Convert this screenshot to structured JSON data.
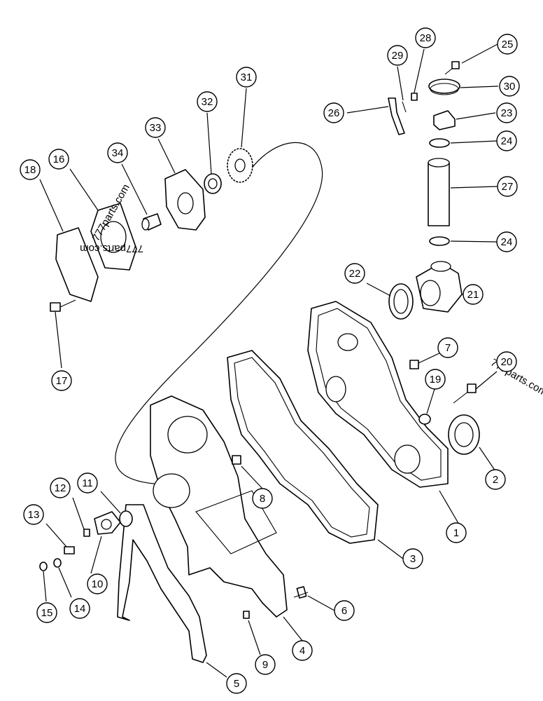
{
  "watermark": "777parts.com",
  "callouts": [
    {
      "label": "1"
    },
    {
      "label": "2"
    },
    {
      "label": "3"
    },
    {
      "label": "4"
    },
    {
      "label": "5"
    },
    {
      "label": "6"
    },
    {
      "label": "7"
    },
    {
      "label": "8"
    },
    {
      "label": "9"
    },
    {
      "label": "10"
    },
    {
      "label": "11"
    },
    {
      "label": "12"
    },
    {
      "label": "13"
    },
    {
      "label": "14"
    },
    {
      "label": "15"
    },
    {
      "label": "16"
    },
    {
      "label": "17"
    },
    {
      "label": "18"
    },
    {
      "label": "19"
    },
    {
      "label": "20"
    },
    {
      "label": "21"
    },
    {
      "label": "22"
    },
    {
      "label": "23"
    },
    {
      "label": "24"
    },
    {
      "label": "24"
    },
    {
      "label": "25"
    },
    {
      "label": "26"
    },
    {
      "label": "27"
    },
    {
      "label": "28"
    },
    {
      "label": "29"
    },
    {
      "label": "30"
    },
    {
      "label": "31"
    },
    {
      "label": "32"
    },
    {
      "label": "33"
    },
    {
      "label": "34"
    }
  ]
}
